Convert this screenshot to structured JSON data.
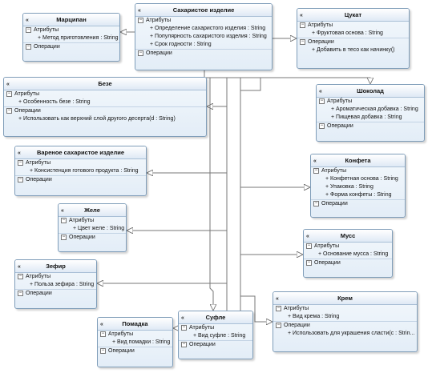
{
  "common": {
    "attributes_label": "Атрибуты",
    "operations_label": "Операции",
    "collapse_glyph": "«",
    "section_glyph": "−",
    "public_glyph": "+"
  },
  "classes": [
    {
      "id": "marzipan",
      "name": "Марципан",
      "attributes": [
        "Метод приготовления : String"
      ],
      "operations": []
    },
    {
      "id": "sugar",
      "name": "Сахаристое изделие",
      "attributes": [
        "Определение сахаристого изделия : String",
        "Популярность сахаристого изделия : String",
        "Срок годности : String"
      ],
      "operations": []
    },
    {
      "id": "cukat",
      "name": "Цукат",
      "attributes": [
        "Фруктовая основа : String"
      ],
      "operations": [
        "Добавить в тесо как начинку()"
      ]
    },
    {
      "id": "beze",
      "name": "Безе",
      "attributes": [
        "Особенность безе : String"
      ],
      "operations": [
        "Использовать как верхний слой другого десерта(d : String)"
      ]
    },
    {
      "id": "chocolate",
      "name": "Шоколад",
      "attributes": [
        "Ароматическая добавка : String",
        "Пищевая добавка : String"
      ],
      "operations": []
    },
    {
      "id": "boiled",
      "name": "Вареное сахаристое изделие",
      "attributes": [
        "Консистенция готового продукта : String"
      ],
      "operations": []
    },
    {
      "id": "candy",
      "name": "Конфета",
      "attributes": [
        "Конфетная основа : String",
        "Упаковка : String",
        "Форма конфеты : String"
      ],
      "operations": []
    },
    {
      "id": "jelly",
      "name": "Желе",
      "attributes": [
        "Цвет желе : String"
      ],
      "operations": []
    },
    {
      "id": "mousse",
      "name": "Мусс",
      "attributes": [
        "Основание мусса : String"
      ],
      "operations": []
    },
    {
      "id": "zephyr",
      "name": "Зефир",
      "attributes": [
        "Польза зефира : String"
      ],
      "operations": []
    },
    {
      "id": "cream",
      "name": "Крем",
      "attributes": [
        "Вид крема : String"
      ],
      "operations": [
        "Использовать для украшения сласти(c : Strin..."
      ]
    },
    {
      "id": "fondant",
      "name": "Помадка",
      "attributes": [
        "Вид помадки : String"
      ],
      "operations": []
    },
    {
      "id": "souffle",
      "name": "Суфле",
      "attributes": [
        "Вид суфле : String"
      ],
      "operations": []
    }
  ]
}
